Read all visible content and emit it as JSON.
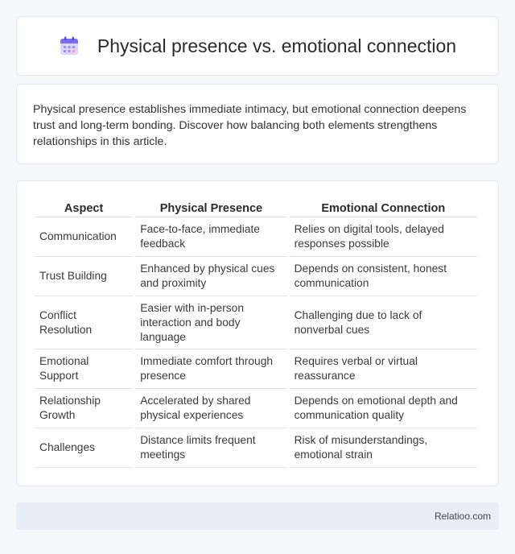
{
  "header": {
    "icon": "calendar-icon",
    "title": "Physical presence vs. emotional connection"
  },
  "intro": {
    "text": "Physical presence establishes immediate intimacy, but emotional connection deepens trust and long-term bonding. Discover how balancing both elements strengthens relationships in this article."
  },
  "table": {
    "headers": [
      "Aspect",
      "Physical Presence",
      "Emotional Connection"
    ],
    "rows": [
      [
        "Communication",
        "Face-to-face, immediate feedback",
        "Relies on digital tools, delayed responses possible"
      ],
      [
        "Trust Building",
        "Enhanced by physical cues and proximity",
        "Depends on consistent, honest communication"
      ],
      [
        "Conflict Resolution",
        "Easier with in-person interaction and body language",
        "Challenging due to lack of nonverbal cues"
      ],
      [
        "Emotional Support",
        "Immediate comfort through presence",
        "Requires verbal or virtual reassurance"
      ],
      [
        "Relationship Growth",
        "Accelerated by shared physical experiences",
        "Depends on emotional depth and communication quality"
      ],
      [
        "Challenges",
        "Distance limits frequent meetings",
        "Risk of misunderstandings, emotional strain"
      ]
    ]
  },
  "footer": {
    "brand": "Relatioo.com"
  },
  "colors": {
    "page_background": "#f7f8fc",
    "card_border": "#e3e6ee",
    "footer_background": "#e9edf7",
    "icon_accent": "#7b6cf0"
  }
}
